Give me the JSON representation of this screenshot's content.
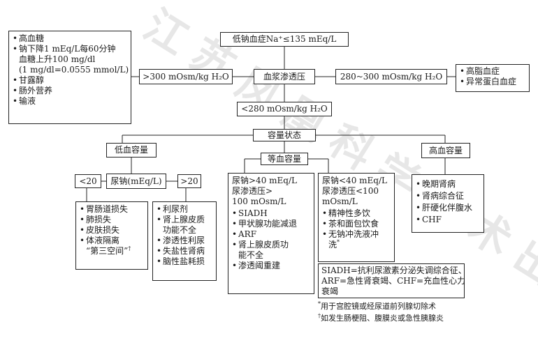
{
  "top": "低钠血症Na⁺≤135 mEq/L",
  "osmo": "血浆渗透压",
  "high_osm": ">300 mOsm/kg H₂O",
  "mid_osm": "280~300 mOsm/kg H₂O",
  "low_osm": "<280 mOsm/kg H₂O",
  "high_list": [
    "高血糖",
    "钠下降1 mEq/L每60分钟",
    "血糖上升100 mg/dl",
    "(1 mg/dl=0.0555 mmol/L)",
    "甘露醇",
    "肠外营养",
    "输液"
  ],
  "mid_list": [
    "高脂血症",
    "异常蛋白血症"
  ],
  "volume": "容量状态",
  "hypo": "低血容量",
  "eu": "等血容量",
  "hyper": "高血容量",
  "lt20": "<20",
  "urine_na": "尿钠(mEq/L)",
  "gt20": ">20",
  "hypo_lt20": [
    "胃肠道损失",
    "肺损失",
    "皮肤损失",
    "体液隔离",
    "“第三空间”"
  ],
  "dagger": "†",
  "hypo_gt20": [
    "利尿剂",
    "肾上腺皮质",
    "功能不全",
    "渗透性利尿",
    "失盐性肾病",
    "脑性盐耗损"
  ],
  "eu_a_head": [
    "尿钠>40 mEq/L",
    "尿渗透压>",
    "100 mOsm/L"
  ],
  "eu_a_list": [
    "SIADH",
    "甲状腺功能减退",
    "ARF",
    "肾上腺皮质功",
    "能不全",
    "渗透阈重建"
  ],
  "eu_b_head": [
    "尿钠<40 mEq/L",
    "尿渗透压<100",
    "mOsm/L"
  ],
  "eu_b_list": [
    "精神性多饮",
    "茶和面包饮食",
    "无钠冲洗液冲",
    "洗"
  ],
  "asterisk": "*",
  "hyper_list": [
    "晚期肾病",
    "肾病综合征",
    "肝硬化伴腹水",
    "CHF"
  ],
  "legend": [
    "SIADH=抗利尿激素分泌失调综合征、",
    "ARF=急性肾衰竭、CHF=充血性心力",
    "衰竭"
  ],
  "notes": [
    "用于宫腔镜或经尿道前列腺切除术",
    "如发生肠梗阻、腹膜炎或急性胰腺炎"
  ],
  "watermark": "江苏凤凰科学技术出版社"
}
